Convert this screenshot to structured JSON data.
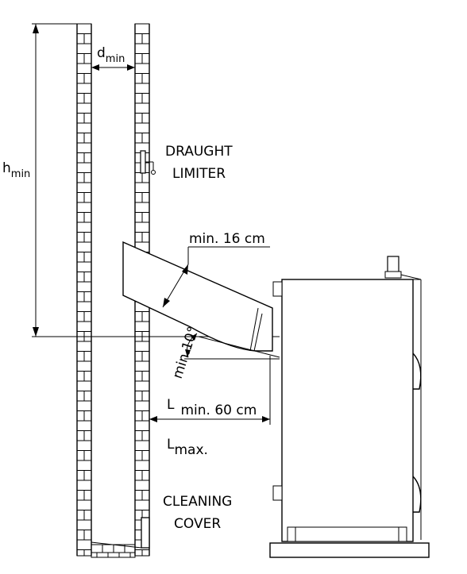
{
  "labels": {
    "d_min": {
      "main": "d",
      "sub": "min"
    },
    "h_min": {
      "main": "h",
      "sub": "min"
    },
    "draught_limiter": [
      "DRAUGHT",
      "LIMITER"
    ],
    "min_16cm": "min. 16 cm",
    "min_10deg": "min.10°",
    "l_min": {
      "main": "L",
      "rest": "min. 60 cm"
    },
    "l_max": {
      "main": "L",
      "sub": "max."
    },
    "cleaning_cover": [
      "CLEANING",
      "COVER"
    ]
  }
}
